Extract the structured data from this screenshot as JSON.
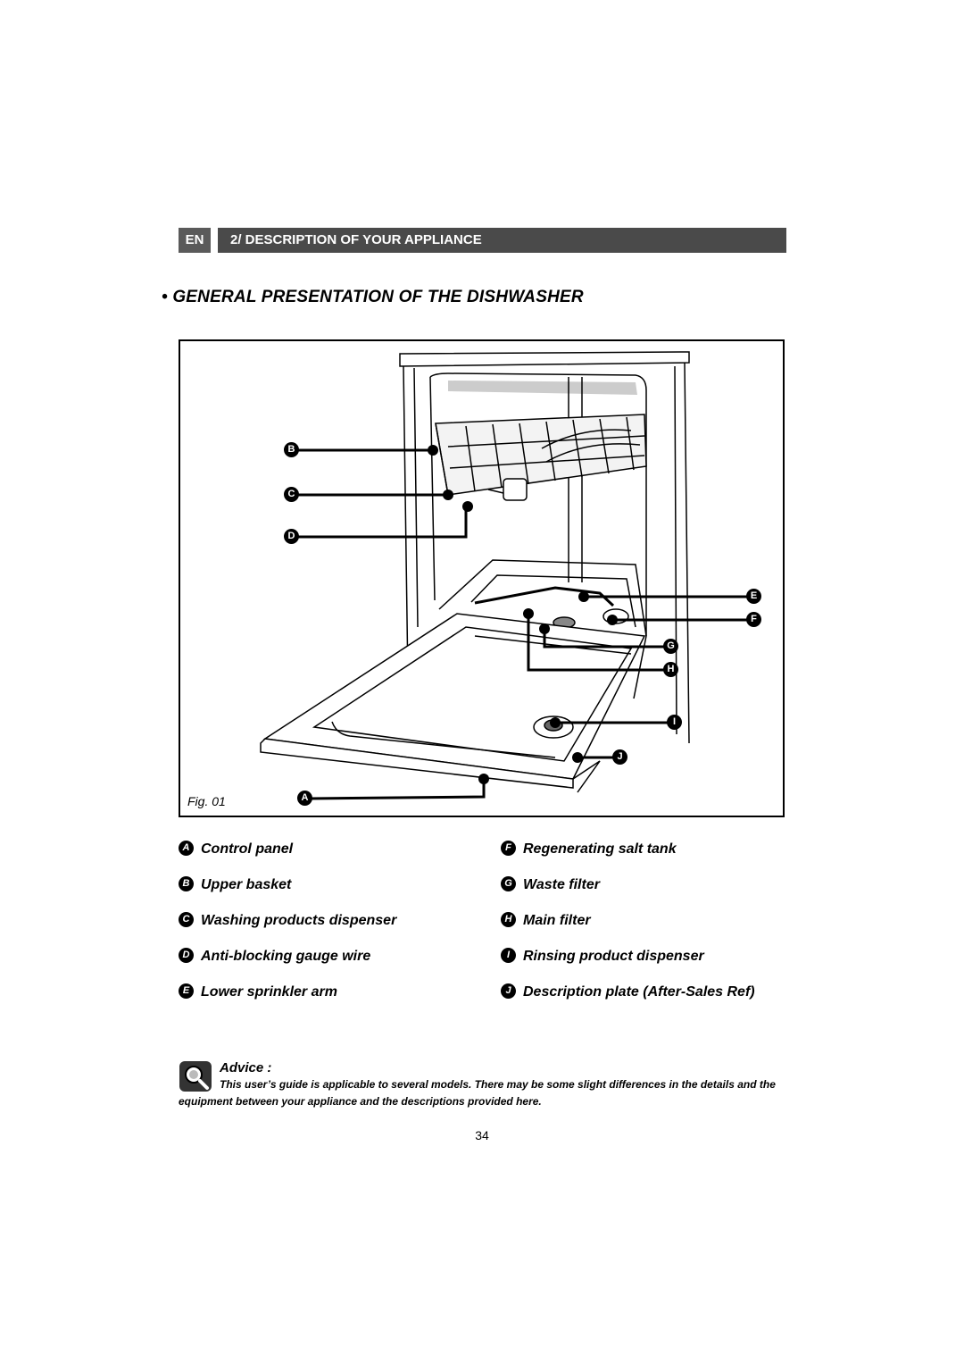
{
  "header": {
    "lang": "EN",
    "section": "2/ DESCRIPTION OF YOUR APPLIANCE"
  },
  "title": "• GENERAL PRESENTATION OF THE DISHWASHER",
  "figure": {
    "label": "Fig. 01",
    "callouts": [
      "A",
      "B",
      "C",
      "D",
      "E",
      "F",
      "G",
      "H",
      "I",
      "J"
    ]
  },
  "legend": [
    {
      "letter": "A",
      "text": "Control panel"
    },
    {
      "letter": "B",
      "text": "Upper basket"
    },
    {
      "letter": "C",
      "text": "Washing products dispenser"
    },
    {
      "letter": "D",
      "text": "Anti-blocking gauge wire"
    },
    {
      "letter": "E",
      "text": "Lower sprinkler arm"
    },
    {
      "letter": "F",
      "text": "Regenerating salt tank"
    },
    {
      "letter": "G",
      "text": "Waste filter"
    },
    {
      "letter": "H",
      "text": "Main filter"
    },
    {
      "letter": "I",
      "text": "Rinsing product dispenser"
    },
    {
      "letter": "J",
      "text": "Description plate (After-Sales Ref)"
    }
  ],
  "advice": {
    "icon": "magnifier-icon",
    "title": "Advice :",
    "text": "This user’s guide is applicable to several models. There may be some slight differences in the details and the equipment between your appliance and the descriptions provided here."
  },
  "page_number": "34"
}
